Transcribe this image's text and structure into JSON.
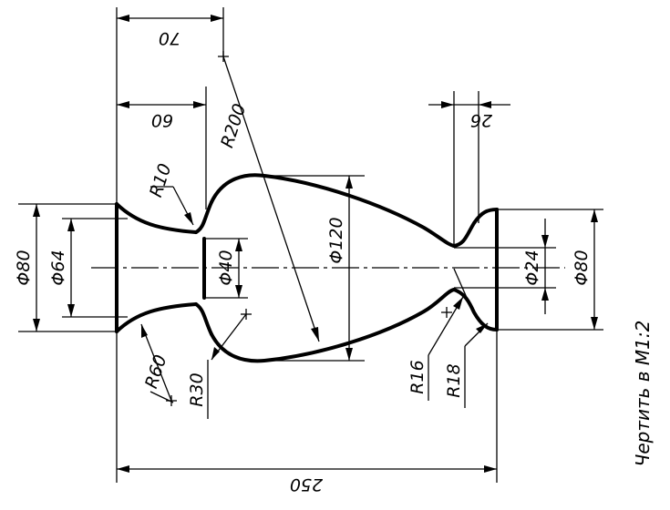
{
  "drawing": {
    "dimensions": {
      "overall_length": "250",
      "neck_position": "70",
      "left_bowl_position": "60",
      "right_fillet_position": "26",
      "dia_left_flange": "Φ80",
      "dia_left_inner": "Φ64",
      "dia_neck": "Φ40",
      "dia_body": "Φ120",
      "dia_right_neck": "Φ24",
      "dia_right_flange": "Φ80",
      "radius_10": "R10",
      "radius_60": "R60",
      "radius_30": "R30",
      "radius_200": "R200",
      "radius_16": "R16",
      "radius_18": "R18"
    },
    "note": "Чертить в М1:2",
    "colors": {
      "line": "#000000",
      "background": "#ffffff"
    }
  }
}
